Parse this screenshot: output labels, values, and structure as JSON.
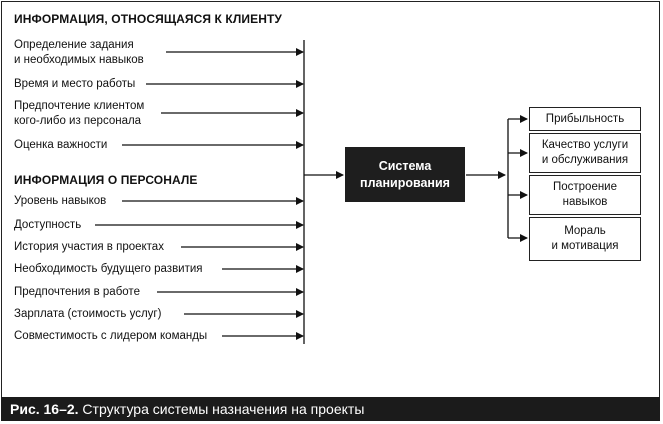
{
  "client_section": {
    "title": "ИНФОРМАЦИЯ, ОТНОСЯЩАЯСЯ К КЛИЕНТУ",
    "items": [
      "Определение задания\nи необходимых навыков",
      "Время и место работы",
      "Предпочтение клиентом\nкого-либо из персонала",
      "Оценка важности"
    ]
  },
  "staff_section": {
    "title": "ИНФОРМАЦИЯ О ПЕРСОНАЛЕ",
    "items": [
      "Уровень навыков",
      "Доступность",
      "История участия в проектах",
      "Необходимость будущего развития",
      "Предпочтения в работе",
      "Зарплата (стоимость услуг)",
      "Совместимость с лидером команды"
    ]
  },
  "central_box": "Система\nпланирования",
  "outputs": [
    "Прибыльность",
    "Качество услуги\nи обслуживания",
    "Построение\nнавыков",
    "Мораль\nи мотивация"
  ],
  "caption": {
    "prefix": "Рис. 16–2.",
    "text": " Структура системы назначения на проекты"
  }
}
